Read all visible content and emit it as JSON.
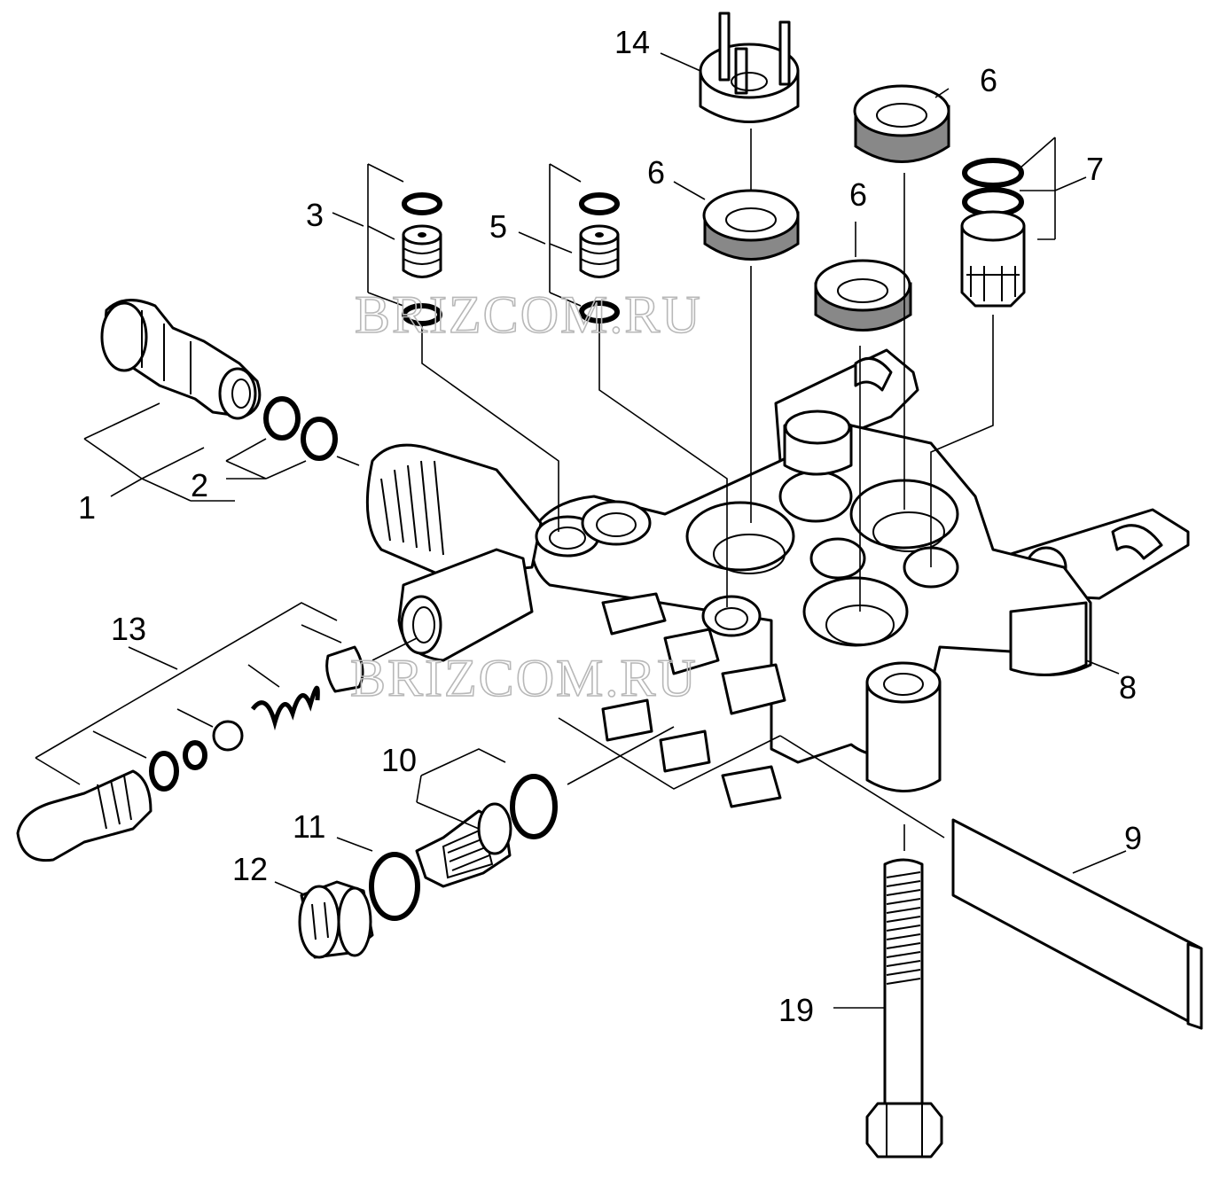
{
  "callouts": {
    "n1": "1",
    "n2": "2",
    "n3": "3",
    "n5": "5",
    "n6a": "6",
    "n6b": "6",
    "n6c": "6",
    "n7": "7",
    "n8": "8",
    "n9": "9",
    "n10": "10",
    "n11": "11",
    "n12": "12",
    "n13": "13",
    "n14": "14",
    "n19": "19"
  },
  "watermarks": {
    "top": "BRIZCOM.RU",
    "middle": "BRIZCOM.RU"
  },
  "colors": {
    "line": "#000000",
    "background": "#ffffff",
    "watermark": "#b8b8b8"
  }
}
